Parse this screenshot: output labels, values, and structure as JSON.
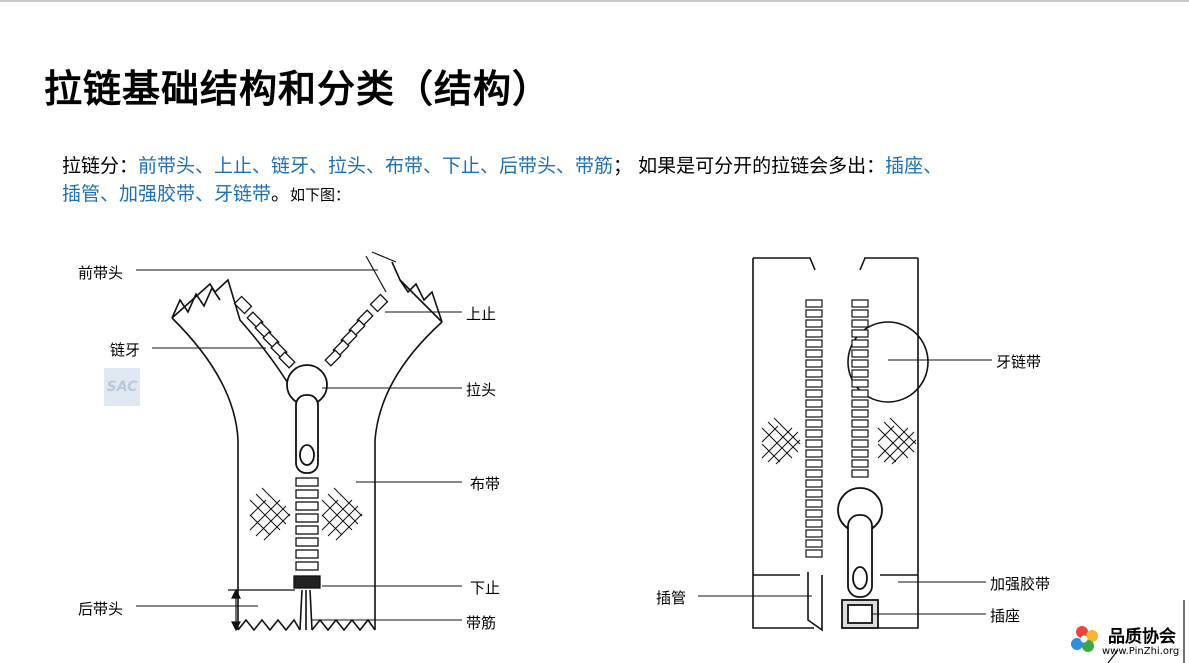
{
  "title": "拉链基础结构和分类（结构）",
  "desc": {
    "intro": "拉链分：",
    "parts": "前带头、上止、链牙、拉头、布带、下止、后带头、带筋",
    "sep": "；  如果是可分开的拉链会多出：",
    "extra1": "插座、",
    "extra2": "插管、加强胶带、牙链带",
    "period": "。",
    "see": "如下图："
  },
  "left_labels": {
    "front_head": "前带头",
    "top_stop": "上止",
    "teeth": "链牙",
    "slider": "拉头",
    "tape": "布带",
    "bottom_stop": "下止",
    "rear_head": "后带头",
    "cord": "带筋"
  },
  "right_labels": {
    "tooth_tape": "牙链带",
    "reinforce": "加强胶带",
    "pin": "插管",
    "box": "插座"
  },
  "watermark": "SAC",
  "logo": {
    "name": "品质协会",
    "url": "www.PinZhi.org"
  }
}
